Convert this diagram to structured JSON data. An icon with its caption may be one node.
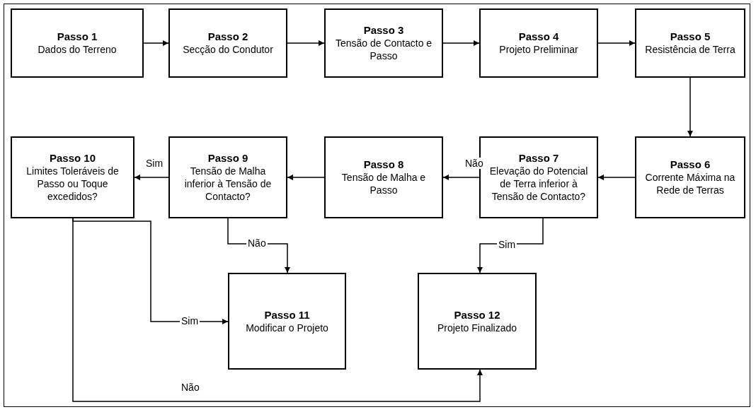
{
  "diagram": {
    "nodes": [
      {
        "text": [
          "Passo 1",
          "Dados do Terreno"
        ]
      },
      {
        "text": [
          "Passo 2",
          "Secção do Condutor"
        ]
      },
      {
        "text": [
          "Passo 3",
          "Tensão de Contacto e Passo"
        ]
      },
      {
        "text": [
          "Passo 4",
          "Projeto Preliminar"
        ]
      },
      {
        "text": [
          "Passo 5",
          "Resistência de Terra"
        ]
      },
      {
        "text": [
          "Passo 6",
          "Corrente Máxima na Rede de Terras"
        ]
      },
      {
        "text": [
          "Passo 7",
          "Elevação do Potencial de Terra inferior à Tensão de Contacto?"
        ]
      },
      {
        "text": [
          "Passo 8",
          "Tensão de Malha e Passo"
        ]
      },
      {
        "text": [
          "Passo 9",
          "Tensão de Malha inferior à Tensão de Contacto?"
        ]
      },
      {
        "text": [
          "Passo 10",
          "Limites Toleráveis de Passo ou Toque excedidos?"
        ]
      },
      {
        "text": [
          "Passo 11",
          "Modificar o Projeto"
        ]
      },
      {
        "text": [
          "Passo 12",
          "Projeto Finalizado"
        ]
      }
    ],
    "edges": [
      {
        "from": 0,
        "to": 1,
        "arrow": "to"
      },
      {
        "from": 1,
        "to": 2,
        "arrow": "to"
      },
      {
        "from": 2,
        "to": 3,
        "arrow": "to"
      },
      {
        "from": 3,
        "to": 4,
        "arrow": "to"
      },
      {
        "from": 4,
        "to": 5,
        "arrow": "to"
      },
      {
        "from": 5,
        "to": 6,
        "arrow": "to"
      },
      {
        "from": 6,
        "to": 7,
        "arrow": "to",
        "label": "Não"
      },
      {
        "from": 7,
        "to": 8,
        "arrow": "to"
      },
      {
        "from": 8,
        "to": 9,
        "arrow": "to",
        "label": "Sim"
      },
      {
        "from": 8,
        "to": 10,
        "arrow": "to",
        "label": "Não"
      },
      {
        "from": 6,
        "to": 11,
        "arrow": "to",
        "label": "Sim"
      },
      {
        "from": 9,
        "to": 10,
        "arrow": "to",
        "label": "Sim"
      },
      {
        "from": 9,
        "to": 11,
        "arrow": "to",
        "label": "Não"
      }
    ]
  }
}
